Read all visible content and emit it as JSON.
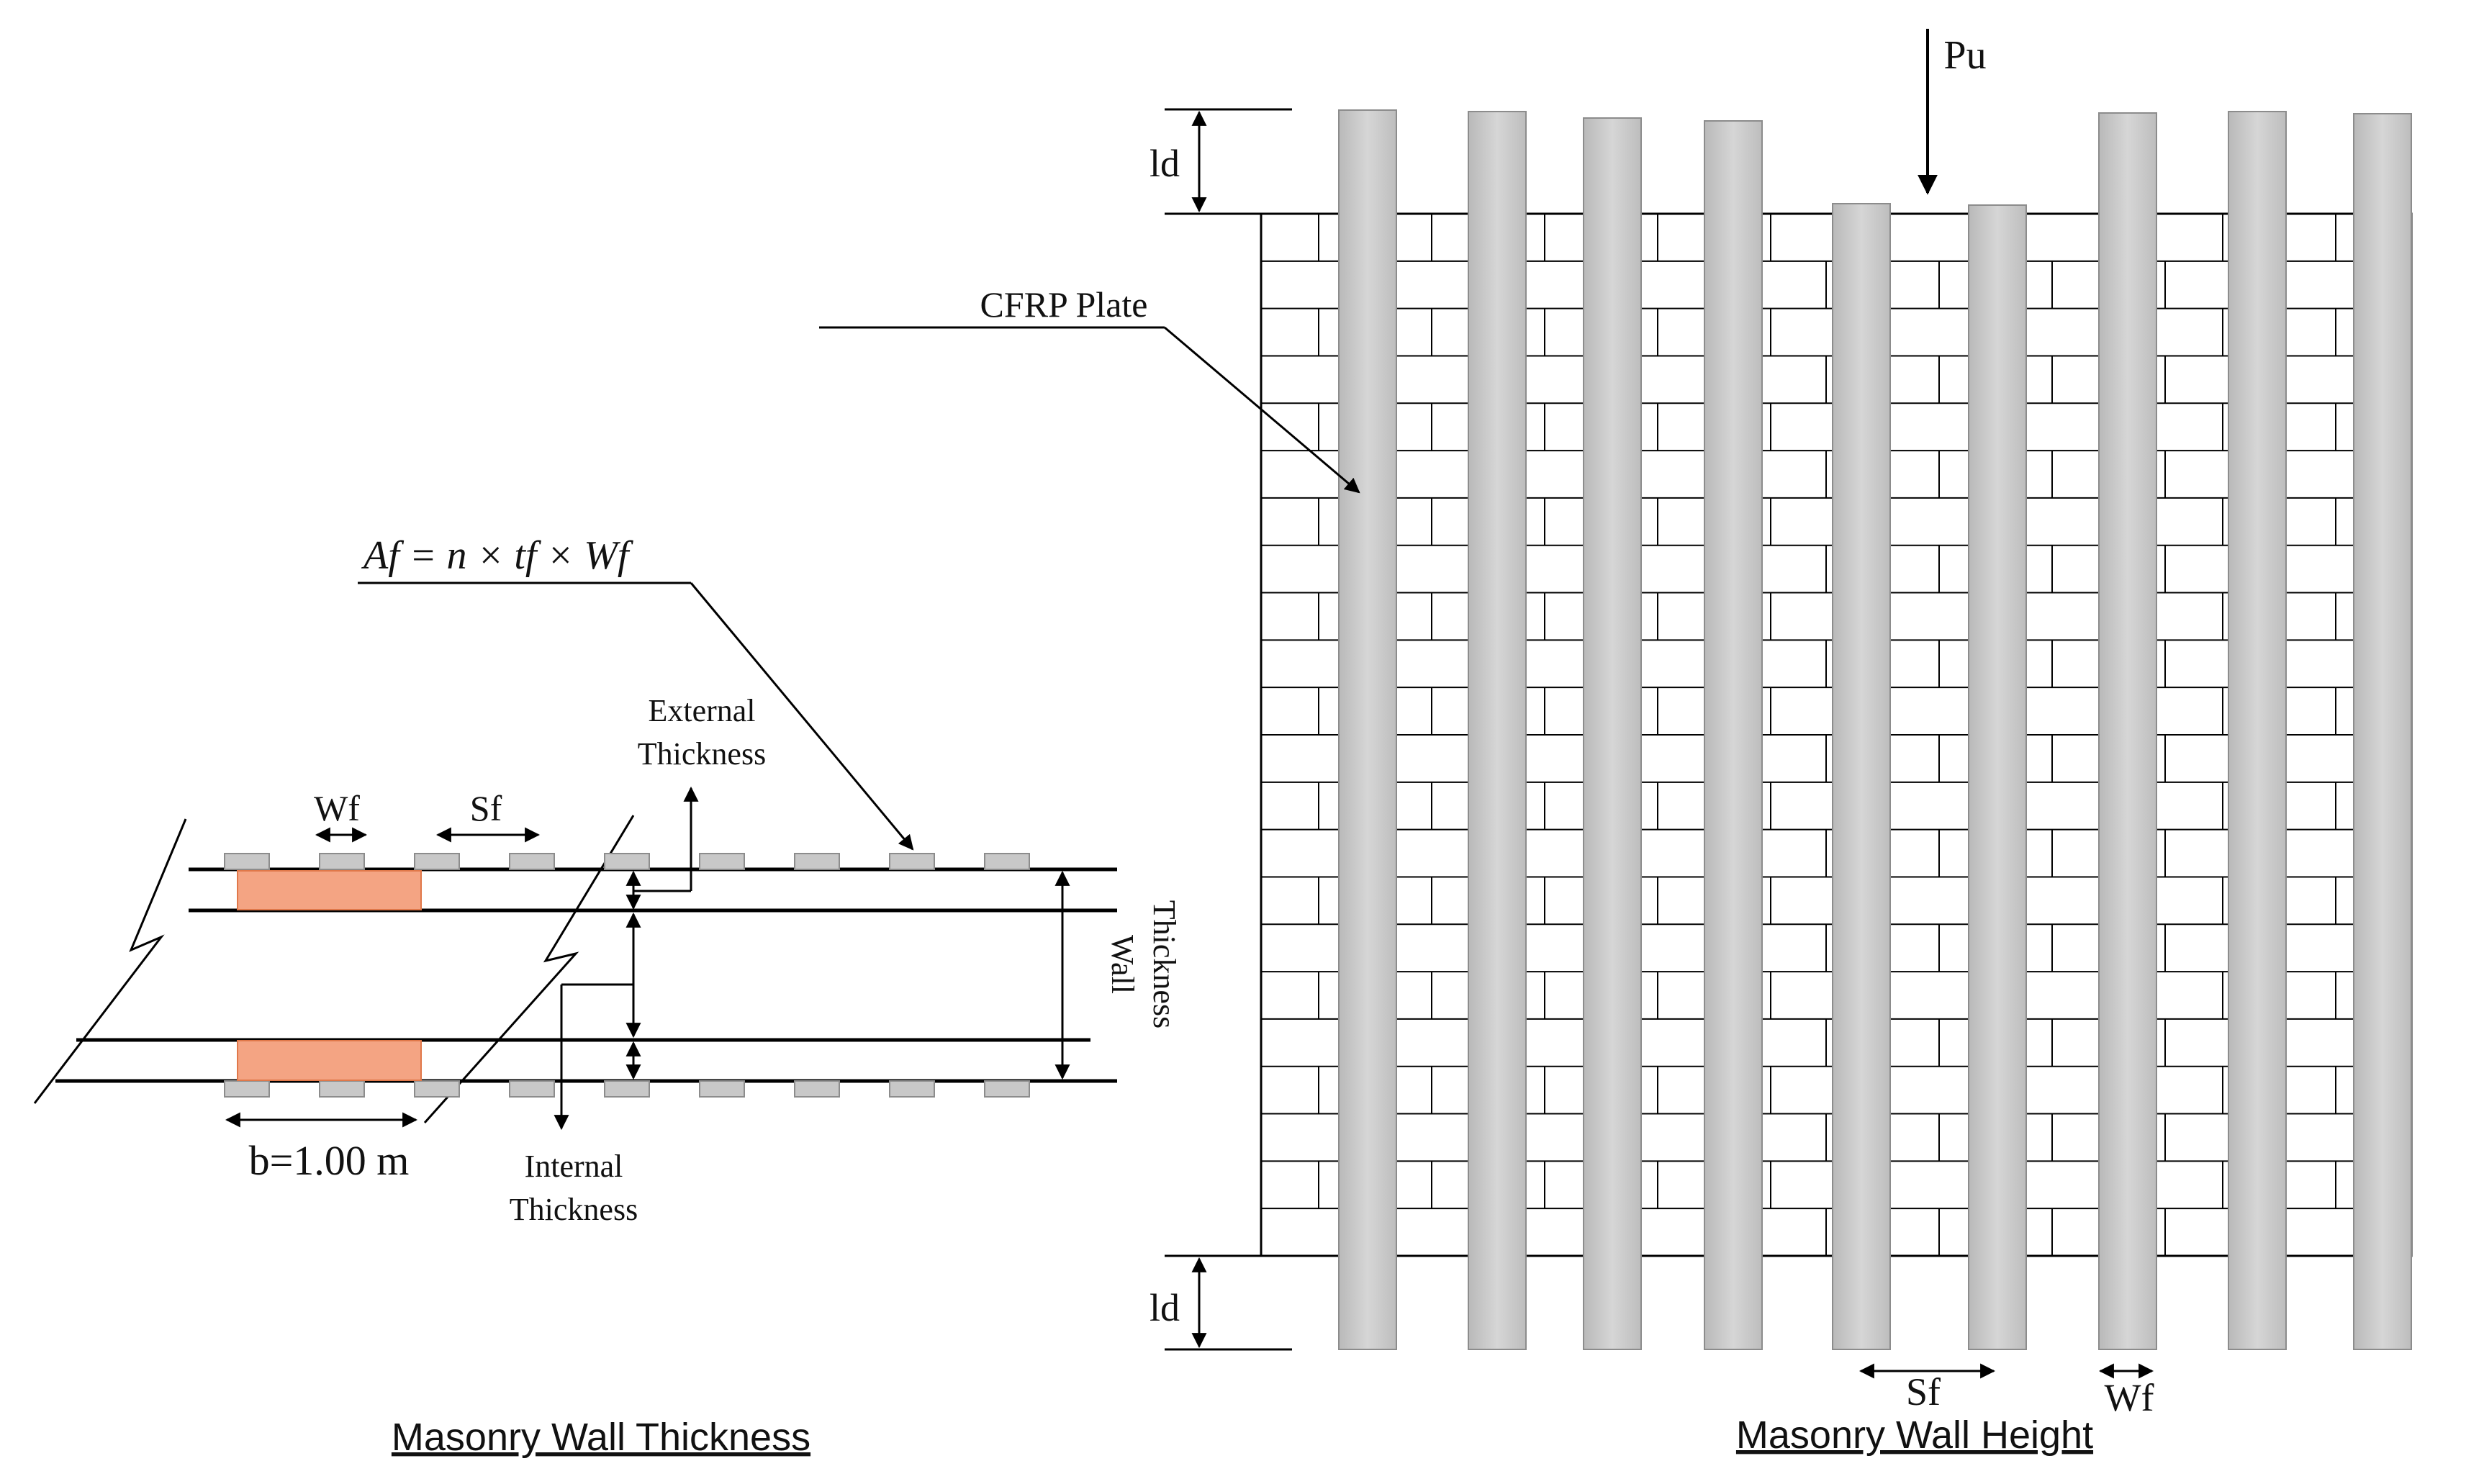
{
  "formula": "Af = n × tf × Wf",
  "section": {
    "wf_label": "Wf",
    "sf_label": "Sf",
    "external_thickness": [
      "External",
      "Thickness"
    ],
    "internal_thickness": [
      "Internal",
      "Thickness"
    ],
    "wall_thickness": [
      "Wall",
      "Thickness"
    ],
    "width_label": "b=1.00 m",
    "caption": "Masonry Wall Thickness"
  },
  "elevation": {
    "load_label": "Pu",
    "ld_top": "ld",
    "ld_bottom": "ld",
    "plate_label": "CFRP Plate",
    "sf_label": "Sf",
    "wf_label": "Wf",
    "caption": "Masonry Wall Height"
  },
  "colors": {
    "cfrp_plate": "#c8c8c8",
    "cfrp_plate_edge": "#8c8c8c",
    "brick_fill": "#f4a483",
    "brick_edge": "#e0784a",
    "line": "#000000"
  }
}
